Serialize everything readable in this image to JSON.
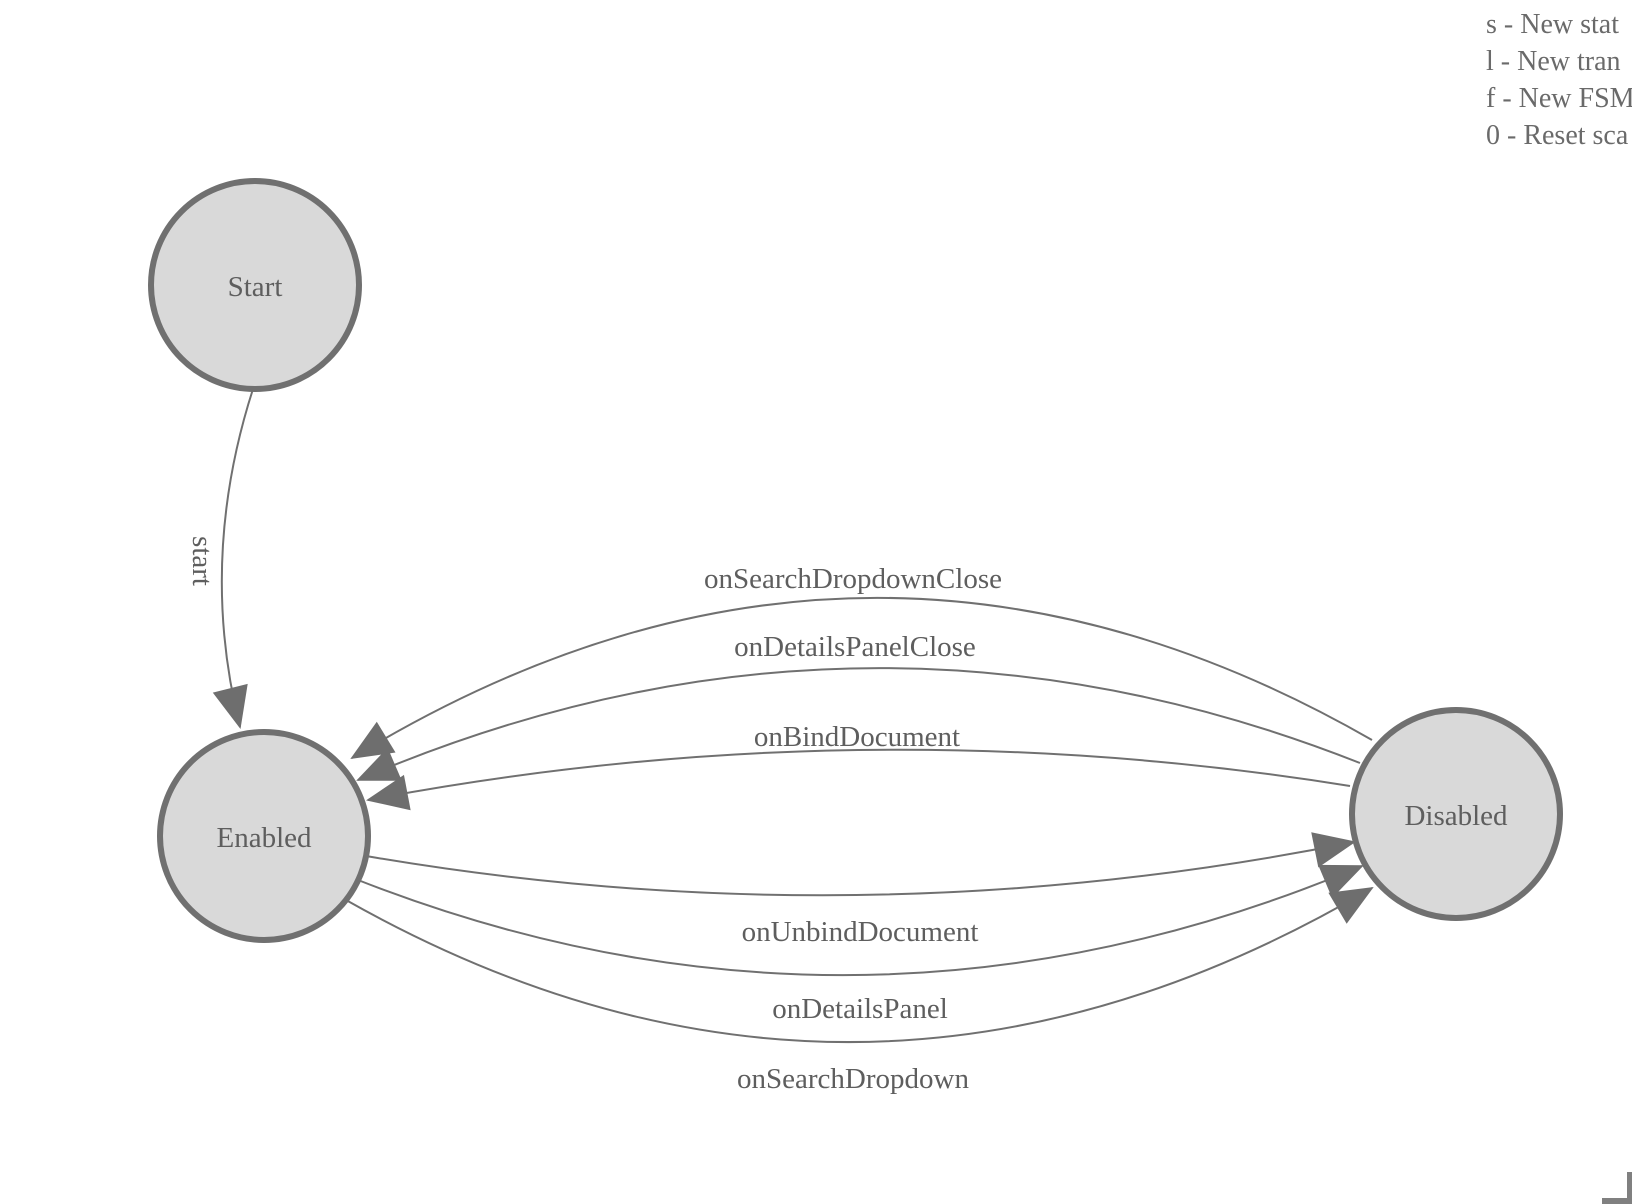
{
  "help": {
    "lines": [
      "s - New stat",
      "l - New tran",
      "f - New FSM",
      "0 - Reset sca"
    ]
  },
  "diagram": {
    "states": [
      {
        "label": "Start"
      },
      {
        "label": "Enabled"
      },
      {
        "label": "Disabled"
      }
    ],
    "transitions": [
      {
        "label": "start",
        "from": "Start",
        "to": "Enabled"
      },
      {
        "label": "onSearchDropdownClose",
        "from": "Disabled",
        "to": "Enabled"
      },
      {
        "label": "onDetailsPanelClose",
        "from": "Disabled",
        "to": "Enabled"
      },
      {
        "label": "onBindDocument",
        "from": "Disabled",
        "to": "Enabled"
      },
      {
        "label": "onUnbindDocument",
        "from": "Enabled",
        "to": "Disabled"
      },
      {
        "label": "onDetailsPanel",
        "from": "Enabled",
        "to": "Disabled"
      },
      {
        "label": "onSearchDropdown",
        "from": "Enabled",
        "to": "Disabled"
      }
    ]
  },
  "colors": {
    "node_fill": "#d9d9d9",
    "node_stroke": "#707070",
    "edge_color": "#707070",
    "arrow_color": "#6e6e6e",
    "label_color": "#5e5e5e",
    "help_color": "#6a6a6a",
    "corner_color": "#808080",
    "canvas_bg": "#ffffff"
  }
}
